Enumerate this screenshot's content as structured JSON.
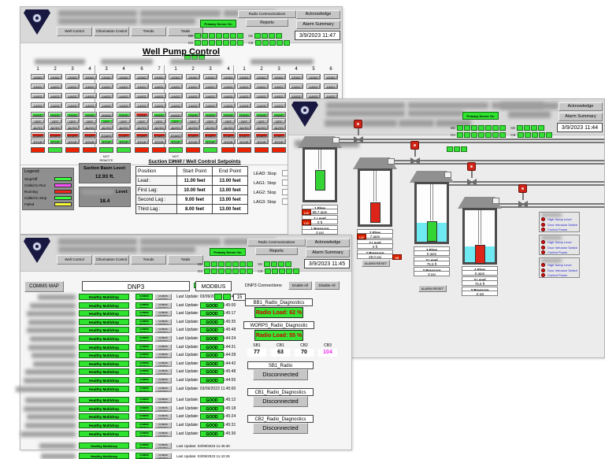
{
  "header_shared": {
    "nav": [
      "Well Control",
      "Chlorination Control",
      "Trends",
      "Totals"
    ],
    "primary_server": "Primary Server On",
    "radio_communications": "Radio Communications",
    "reports": "Reports",
    "acknowledge": "Acknowledge",
    "alarm_summary": "Alarm Summary",
    "strips": [
      {
        "label": "BB",
        "cells": 7
      },
      {
        "label": "SB",
        "cells": 4
      },
      {
        "label": "DS",
        "cells": 7
      },
      {
        "label": "CB",
        "cells": 8
      }
    ]
  },
  "pump_window": {
    "datetime": "3/9/2023 11:47",
    "title": "Well Pump Control",
    "button_labels": [
      "LEAD",
      "LAG1",
      "LAG2",
      "LAG3",
      "HAND",
      "OFF",
      "AUTO",
      "START",
      "STOP"
    ],
    "not_remote": "NOT REMOTE",
    "groups": [
      {
        "cols": [
          {
            "n": "1",
            "h": "g",
            "o": "-",
            "s": "r",
            "p": "-",
            "l": "r",
            "nr": false
          },
          {
            "n": "2",
            "h": "g",
            "o": "-",
            "s": "r",
            "p": "g",
            "l": "g",
            "nr": false
          },
          {
            "n": "3",
            "h": "g",
            "o": "-",
            "s": "r",
            "p": "-",
            "l": "r",
            "nr": false
          },
          {
            "n": "4",
            "h": "g",
            "o": "-",
            "s": "r",
            "p": "-",
            "l": "r",
            "nr": false
          }
        ]
      },
      {
        "cols": [
          {
            "n": "3",
            "h": "-",
            "o": "g",
            "s": "-",
            "p": "g",
            "l": "g",
            "nr": true
          },
          {
            "n": "4",
            "h": "g",
            "o": "-",
            "s": "r",
            "p": "g",
            "l": "g",
            "nr": false
          },
          {
            "n": "6",
            "h": "r",
            "o": "-",
            "s": "r",
            "p": "-",
            "l": "r",
            "nr": false
          },
          {
            "n": "7",
            "h": "g",
            "o": "-",
            "s": "r",
            "p": "-",
            "l": "r",
            "nr": false
          }
        ]
      },
      {
        "cols": [
          {
            "n": "1",
            "h": "-",
            "o": "g",
            "s": "-",
            "p": "g",
            "l": "g",
            "nr": true
          },
          {
            "n": "2",
            "h": "g",
            "o": "-",
            "s": "r",
            "p": "-",
            "l": "r",
            "nr": false
          },
          {
            "n": "3",
            "h": "g",
            "o": "-",
            "s": "r",
            "p": "g",
            "l": "g",
            "nr": false
          },
          {
            "n": "4",
            "h": "g",
            "o": "-",
            "s": "r",
            "p": "-",
            "l": "r",
            "nr": false
          }
        ]
      },
      {
        "cols": [
          {
            "n": "1",
            "h": "g",
            "o": "-",
            "s": "r",
            "p": "-",
            "l": "r",
            "nr": false
          },
          {
            "n": "2",
            "h": "g",
            "o": "-",
            "s": "r",
            "p": "-",
            "l": "r",
            "nr": false
          },
          {
            "n": "3",
            "h": "g",
            "o": "-",
            "s": "r",
            "p": "-",
            "l": "r",
            "nr": false
          },
          {
            "n": "4",
            "h": "g",
            "o": "-",
            "s": "r",
            "p": "-",
            "l": "r",
            "nr": false
          },
          {
            "n": "5",
            "h": "g",
            "o": "-",
            "s": "r",
            "p": "-",
            "l": "r",
            "nr": false
          },
          {
            "n": "6",
            "h": "g",
            "o": "-",
            "s": "r",
            "p": "-",
            "l": "r",
            "nr": false
          }
        ]
      }
    ],
    "legend": {
      "title": "Legend:",
      "items": [
        {
          "label": "Stop/Off",
          "color": "#3dfc3d"
        },
        {
          "label": "Called to Run",
          "color": "#fa50fa"
        },
        {
          "label": "Running",
          "color": "#f5241c"
        },
        {
          "label": "Called to Stop",
          "color": "#3dfc3d"
        },
        {
          "label": "Failed",
          "color": "#f8f83a"
        }
      ]
    },
    "suction_basin": {
      "label": "Suction Basin Level:",
      "value": "12.93 ft."
    },
    "secondary_level": {
      "label": "Level:",
      "value": "18.4"
    },
    "setpoints": {
      "title": "Suction Level / Well Control Setpoints",
      "headers": [
        "Position",
        "Start Point",
        "End Point"
      ],
      "rows": [
        [
          "Lead :",
          "11.00 feet",
          "13.00 feet"
        ],
        [
          "First Lag:",
          "10.00 feet",
          "13.00 feet"
        ],
        [
          "Second Lag :",
          "9.00 feet",
          "13.00 feet"
        ],
        [
          "Third Lag :",
          "8.00 feet",
          "13.00 feet"
        ]
      ],
      "statuses": [
        [
          "LEAD:",
          "Stop"
        ],
        [
          "LAG1:",
          "Stop"
        ],
        [
          "LAG2:",
          "Stop"
        ],
        [
          "LAG3:",
          "Stop"
        ]
      ]
    }
  },
  "wells_window": {
    "datetime": "3/9/2023 11:44",
    "alarm_reset": "ALARM RESET",
    "wells": [
      {
        "pump_color": "#35d435",
        "water": false,
        "reset": false,
        "fields": [
          {
            "label": "1 Flow",
            "value": "88.7 gpm",
            "alarm": "LO"
          },
          {
            "label": "1 Level",
            "value": "0 ft",
            "alarm": "LO"
          },
          {
            "label": "1 Pressure",
            "value": "0 psi",
            "alarm": ""
          }
        ]
      },
      {
        "pump_color": "#dd2418",
        "water": false,
        "reset": true,
        "fields": [
          {
            "label": "2 Flow",
            "value": "7 gpm",
            "alarm": "LO"
          },
          {
            "label": "2 Level",
            "value": "0 ft",
            "alarm": ""
          },
          {
            "label": "2 Pressure",
            "value": "29.0 psi",
            "alarm": "HI"
          }
        ]
      },
      {
        "pump_color": "#35d435",
        "water": true,
        "reset": true,
        "fields": [
          {
            "label": "3 Flow",
            "value": "0 gpm",
            "alarm": ""
          },
          {
            "label": "3 Level",
            "value": "75.5 ft",
            "alarm": ""
          },
          {
            "label": "3 Pressure",
            "value": "0 psi",
            "alarm": ""
          }
        ]
      },
      {
        "pump_color": "#dd2418",
        "water": true,
        "reset": false,
        "fields": [
          {
            "label": "4 Flow",
            "value": "0 gpm",
            "alarm": ""
          },
          {
            "label": "3 Level",
            "value": "75.5 ft",
            "alarm": ""
          },
          {
            "label": "3 Pressure",
            "value": ".0 psi",
            "alarm": ""
          }
        ]
      }
    ],
    "alarm_boxes": [
      {
        "items": [
          "High Sump Level",
          "Door Intrusion Switch",
          "Control Power"
        ]
      },
      {
        "items": [
          "High Sump Level",
          "Door Intrusion Switch",
          "Control Power"
        ]
      },
      {
        "items": [
          "High Sump Level",
          "Door Intrusion Switch",
          "Control Power"
        ]
      }
    ]
  },
  "comms_window": {
    "datetime": "3/9/2023 11:45",
    "comms_map": "COMMS MAP",
    "dnp3": "DNP3",
    "modbus": "MODBUS",
    "healthy": "Healthy Multidrop",
    "enable_chip": "COMMS ENABLE",
    "disable_chip": "COMMS DISABLE",
    "good": "GOOD",
    "last_update_prefix": "Last Update:",
    "first_row_value": "15",
    "rows": [
      {
        "time": "03/09/2023 11:45:48",
        "good": false,
        "special": true,
        "small": false,
        "nw": 48,
        "gap": 0
      },
      {
        "time": "03/09/2023 11:45:00",
        "good": true,
        "special": false,
        "small": false,
        "nw": 58,
        "gap": 0
      },
      {
        "time": "03/09/2023 11:45:17",
        "good": true,
        "special": false,
        "small": false,
        "nw": 62,
        "gap": 0
      },
      {
        "time": "03/09/2023 11:45:35",
        "good": true,
        "special": false,
        "small": false,
        "nw": 60,
        "gap": 0
      },
      {
        "time": "03/09/2023 11:45:48",
        "good": true,
        "special": false,
        "small": false,
        "nw": 62,
        "gap": 0
      },
      {
        "time": "03/09/2023 11:44:24",
        "good": true,
        "special": false,
        "small": false,
        "nw": 58,
        "gap": 0
      },
      {
        "time": "03/09/2023 11:44:31",
        "good": true,
        "special": false,
        "small": false,
        "nw": 60,
        "gap": 0
      },
      {
        "time": "03/09/2023 11:44:28",
        "good": true,
        "special": false,
        "small": false,
        "nw": 56,
        "gap": 0
      },
      {
        "time": "03/09/2023 11:44:42",
        "good": true,
        "special": false,
        "small": false,
        "nw": 54,
        "gap": 0
      },
      {
        "time": "03/09/2023 11:45:48",
        "good": true,
        "special": false,
        "small": false,
        "nw": 64,
        "gap": 0
      },
      {
        "time": "03/09/2023 11:44:55",
        "good": true,
        "special": false,
        "small": false,
        "nw": 66,
        "gap": 0
      },
      {
        "time": "03/09/2023 11:45:00",
        "good": false,
        "special": false,
        "small": false,
        "nw": 76,
        "gap": 0
      },
      {
        "time": "03/09/2023 11:45:12",
        "good": true,
        "special": false,
        "small": false,
        "nw": 64,
        "gap": 4
      },
      {
        "time": "03/09/2023 11:45:18",
        "good": true,
        "special": false,
        "small": false,
        "nw": 66,
        "gap": 0
      },
      {
        "time": "03/09/2023 11:45:24",
        "good": true,
        "special": false,
        "small": false,
        "nw": 62,
        "gap": 0
      },
      {
        "time": "03/09/2023 11:45:31",
        "good": true,
        "special": false,
        "small": false,
        "nw": 64,
        "gap": 0
      },
      {
        "time": "03/09/2023 11:45:36",
        "good": true,
        "special": false,
        "small": false,
        "nw": 70,
        "gap": 0
      },
      {
        "time": "03/09/2023 11:45:30",
        "good": false,
        "special": false,
        "small": true,
        "nw": 46,
        "gap": 5
      },
      {
        "time": "03/09/2023 11:43:26",
        "good": false,
        "special": false,
        "small": true,
        "nw": 44,
        "gap": 3
      }
    ],
    "dnp3_connections": "DNP3 Connections",
    "enable_all": "Enable All",
    "disable_all": "Disable All",
    "bb1_title": "BB1_Radio_Diagnostics",
    "bb1_load": "Radio Load: 62 %",
    "worps_title": "WORPS_Radio_Diagnostic",
    "worps_load": "Radio Load: 55 %",
    "radio_stats": {
      "headers": [
        "SB1",
        "CB1",
        "CB2",
        "CB3"
      ],
      "values": [
        "77",
        "63",
        "70",
        "104"
      ],
      "alert_value": "104",
      "alert_color": "#f02cf0"
    },
    "radio_sections": [
      {
        "title": "SB1_Radio",
        "status": "Disconnected"
      },
      {
        "title": "CB1_Radio_Diagnostics",
        "status": "Disconnected"
      },
      {
        "title": "CB2_Radio_Diagnostics",
        "status": "Disconnected"
      }
    ]
  }
}
